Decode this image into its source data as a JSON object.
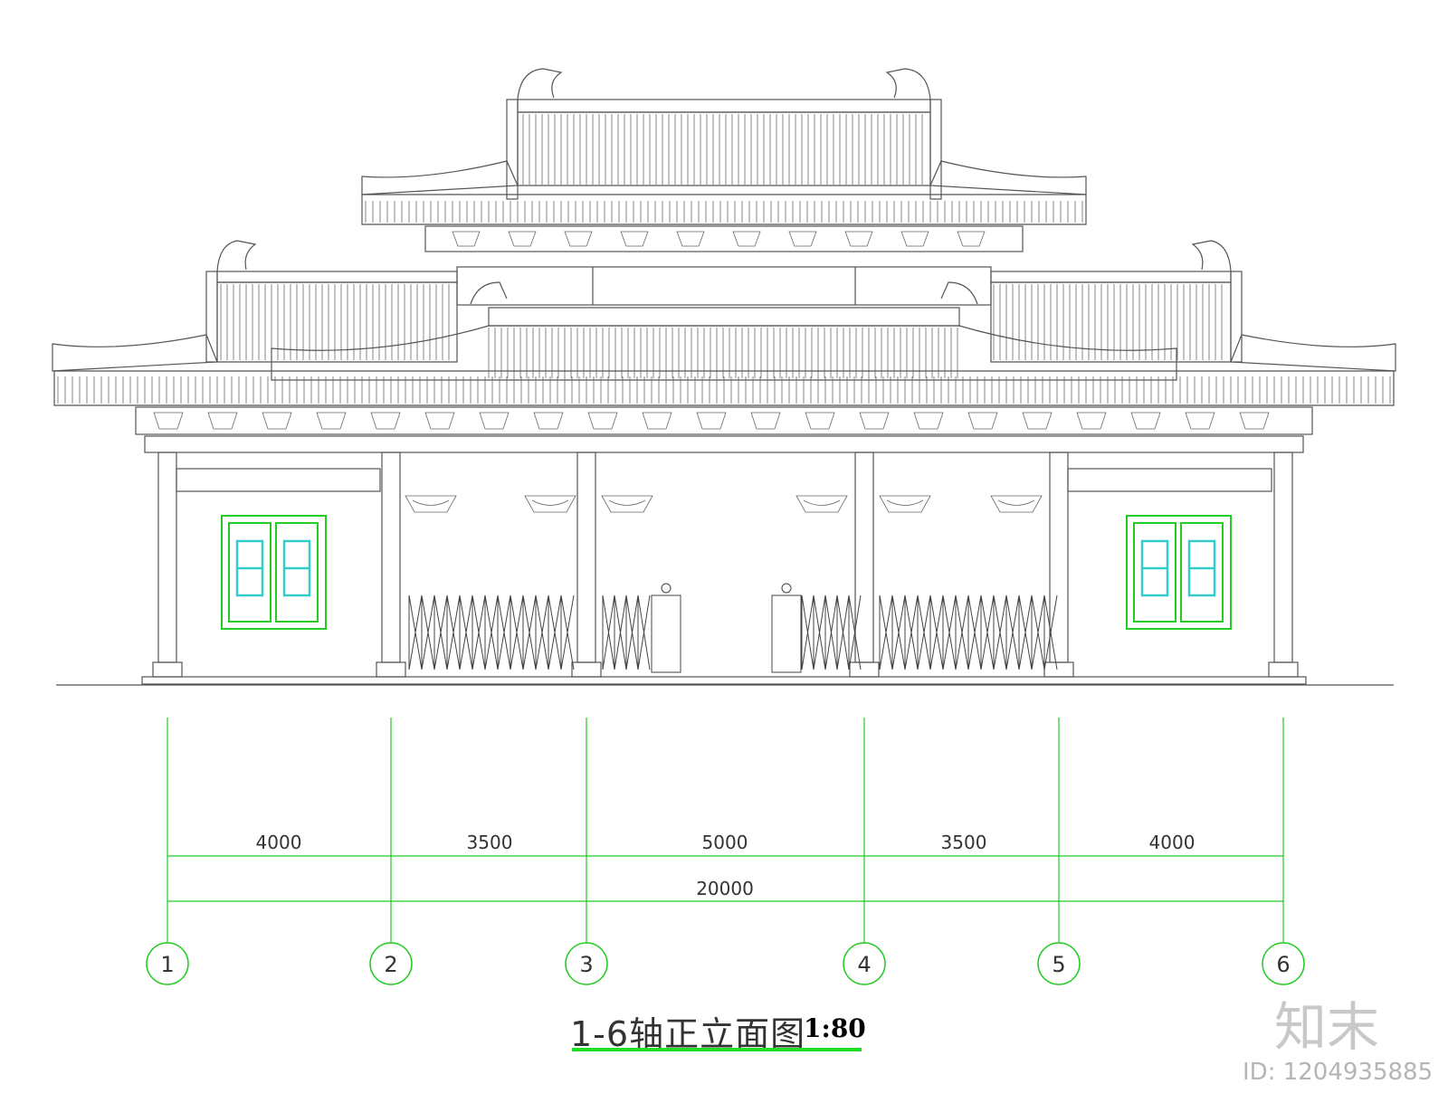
{
  "drawing": {
    "title": "1-6轴正立面图",
    "scale": "1:80",
    "dimensions": {
      "spans": [
        "4000",
        "3500",
        "5000",
        "3500",
        "4000"
      ],
      "total": "20000"
    },
    "axes": [
      "1",
      "2",
      "3",
      "4",
      "5",
      "6"
    ]
  },
  "watermark": {
    "logo": "知末",
    "id": "ID: 1204935885"
  },
  "colors": {
    "line": "#555555",
    "dimension": "#22cc22",
    "window_frame": "#22cc22",
    "window_glass": "#33cccc"
  }
}
